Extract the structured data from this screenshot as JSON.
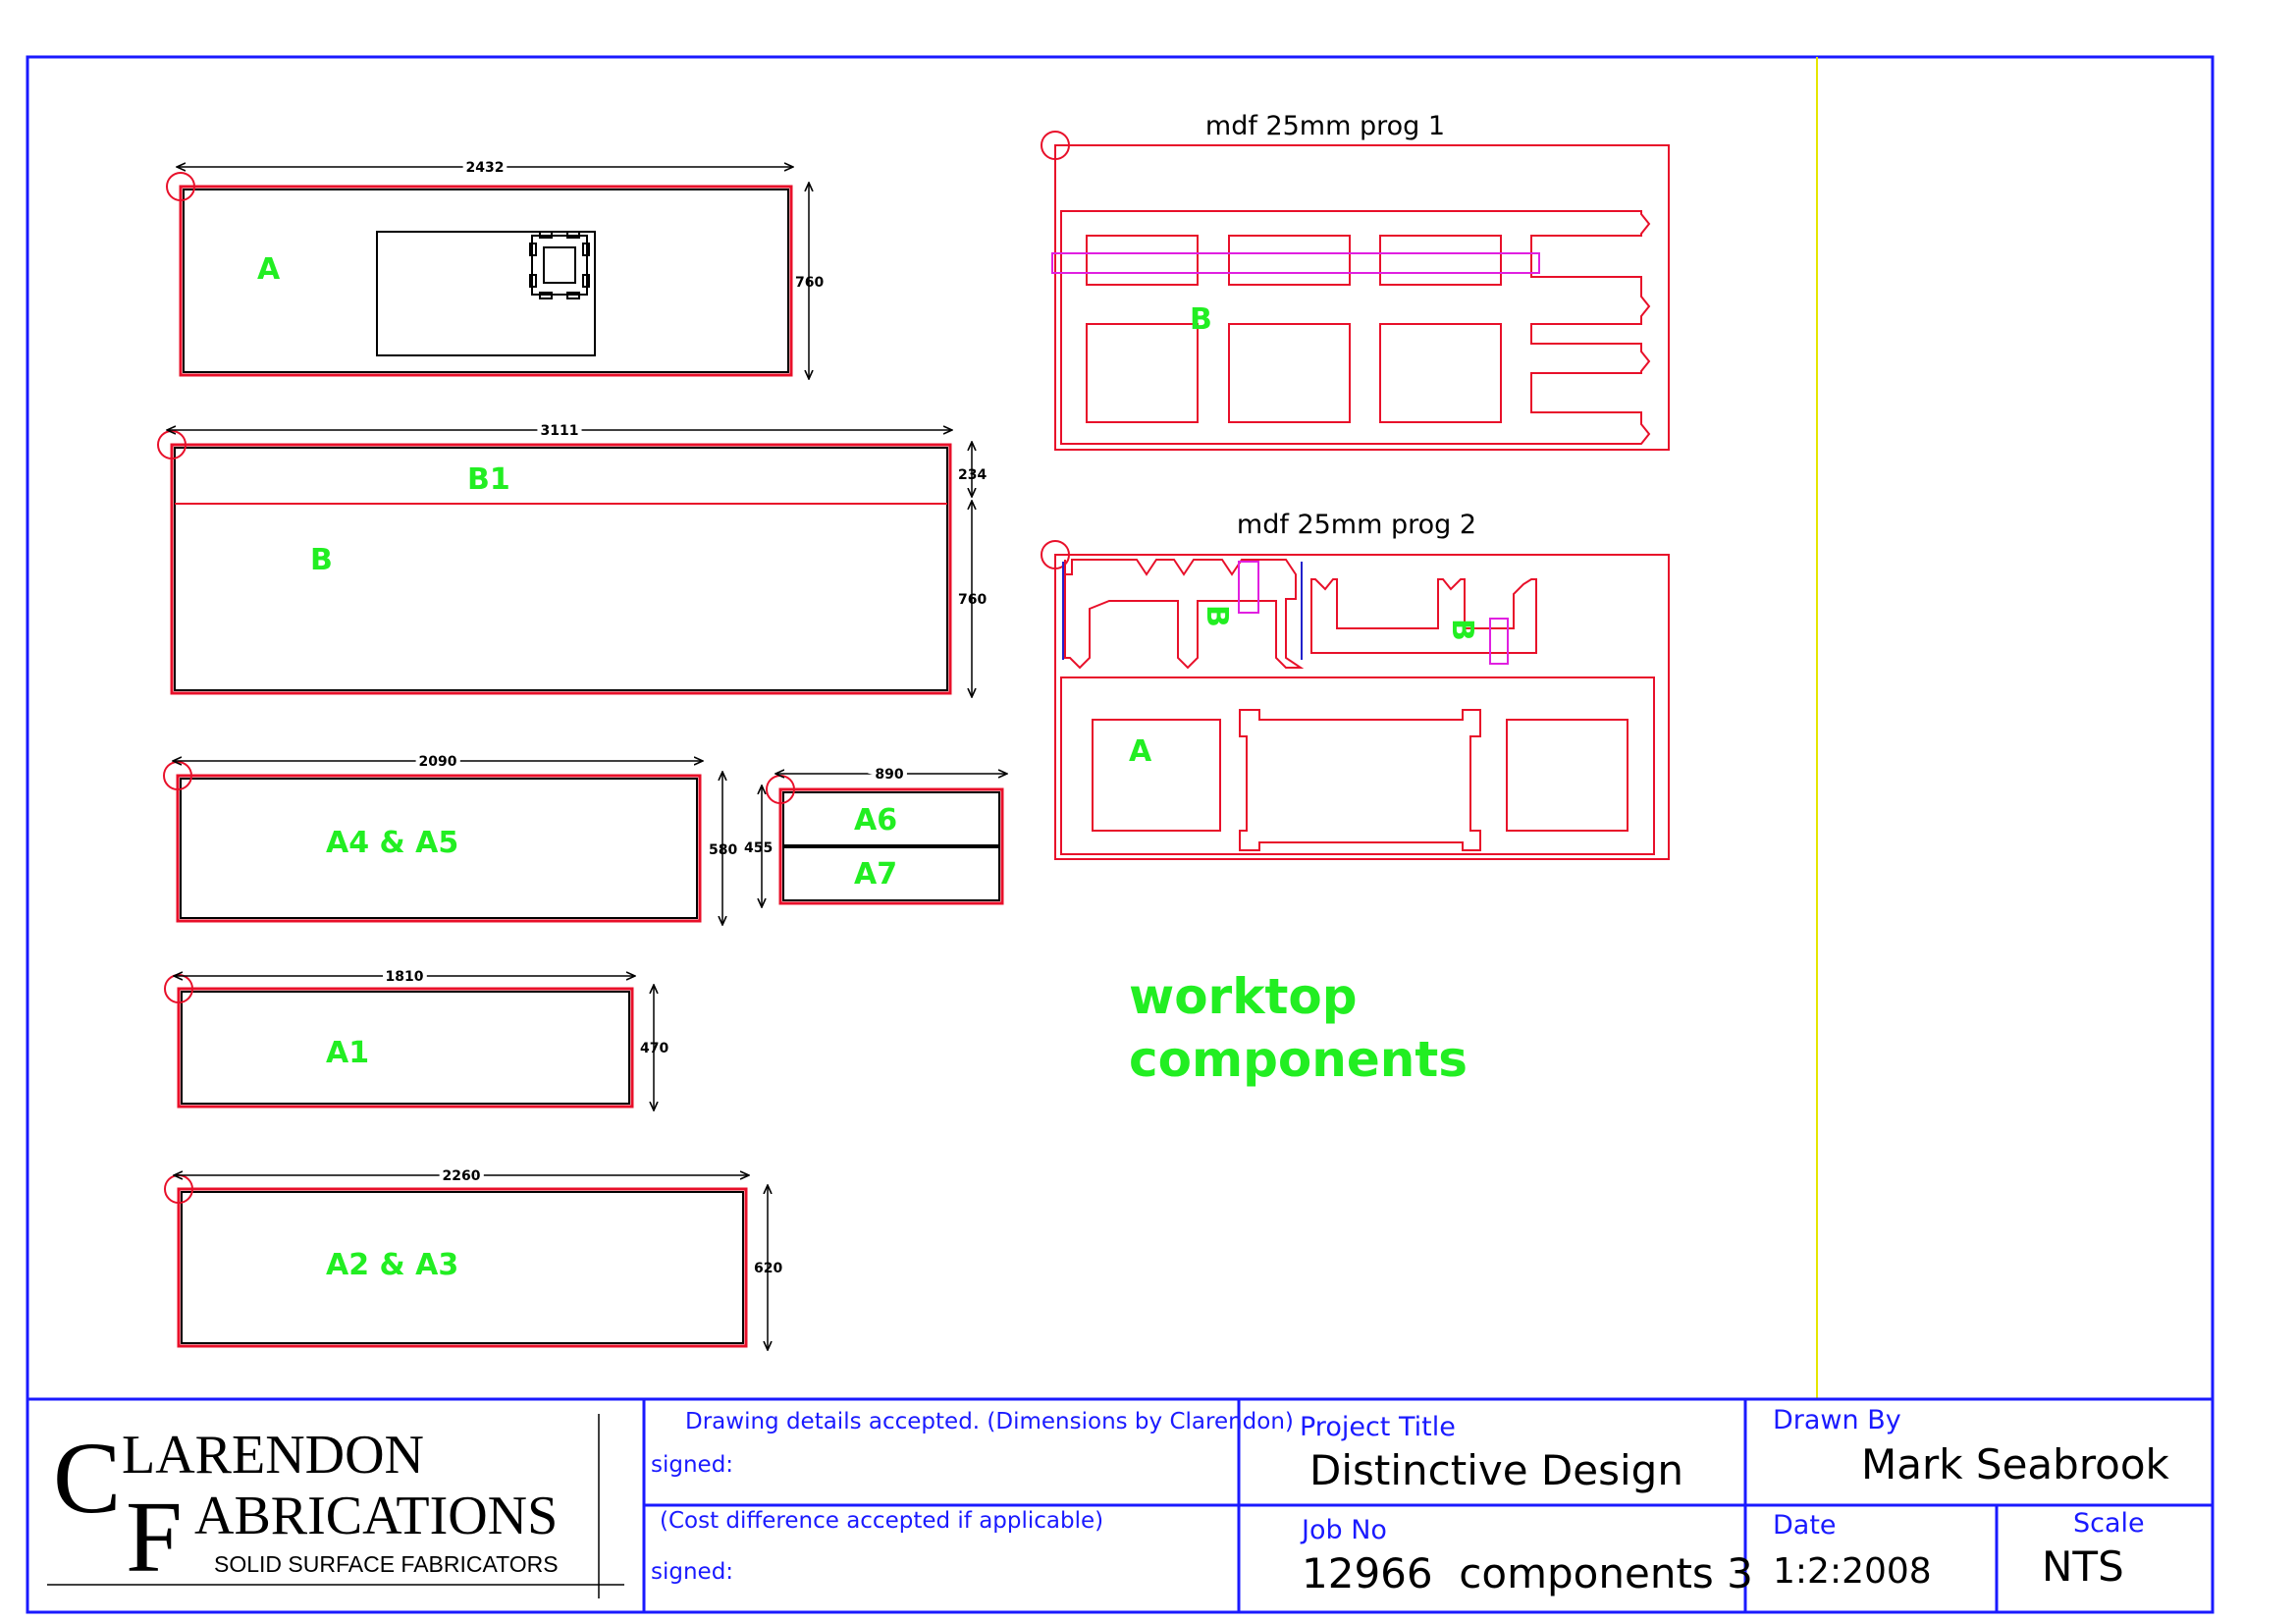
{
  "drawing": {
    "parts": [
      {
        "label": "A",
        "width_dim": "2432",
        "height_dim": "760"
      },
      {
        "label": "B",
        "sub_label": "B1",
        "width_dim": "3111",
        "height_dim_upper": "234",
        "height_dim_lower": "760"
      },
      {
        "label": "A4 & A5",
        "width_dim": "2090",
        "height_dim": "580"
      },
      {
        "label": "A6",
        "sub_label": "A7",
        "width_dim": "890",
        "height_dim": "455"
      },
      {
        "label": "A1",
        "width_dim": "1810",
        "height_dim": "470"
      },
      {
        "label": "A2 & A3",
        "width_dim": "2260",
        "height_dim": "620"
      }
    ],
    "programs": [
      {
        "title": "mdf 25mm prog 1",
        "labels": [
          "B"
        ]
      },
      {
        "title": "mdf 25mm prog 2",
        "labels": [
          "B",
          "B",
          "A"
        ]
      }
    ],
    "note": {
      "line1": "worktop",
      "line2": "components"
    }
  },
  "title_block": {
    "company": {
      "line1_cap": "C",
      "line1_rest": "LARENDON",
      "line2_cap": "F",
      "line2_rest": "ABRICATIONS",
      "tagline": "SOLID SURFACE FABRICATORS"
    },
    "acceptance": {
      "details_text": "Drawing details accepted. (Dimensions by Clarendon)",
      "signed_label_1": "signed:",
      "cost_text": "(Cost difference accepted if applicable)",
      "signed_label_2": "signed:"
    },
    "project_title_label": "Project Title",
    "project_title": "Distinctive Design",
    "job_no_label": "Job No",
    "job_no": "12966  components 3",
    "drawn_by_label": "Drawn By",
    "drawn_by": "Mark Seabrook",
    "date_label": "Date",
    "date": "1:2:2008",
    "scale_label": "Scale",
    "scale": "NTS"
  },
  "colors": {
    "border": "#1a1aff",
    "cut": "#e8102a",
    "label": "#22ee22",
    "divider": "#e6e600",
    "magenta": "#e020e0",
    "blue_edge": "#2222cc"
  }
}
